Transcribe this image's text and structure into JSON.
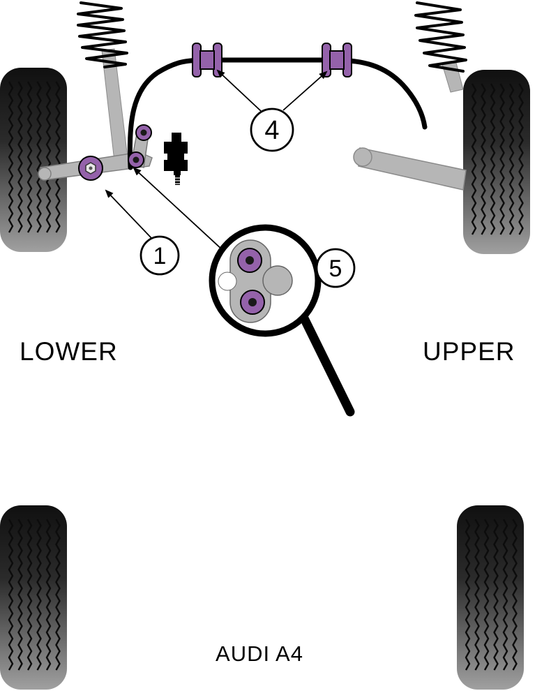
{
  "labels": {
    "lower": "LOWER",
    "upper": "UPPER",
    "model": "AUDI A4"
  },
  "callouts": {
    "arm_front_bush": "1",
    "arb_bushes": "4",
    "engine_mount": "5"
  },
  "colors": {
    "bush_purple": "#9462aa",
    "part_gray": "#b6b6b6",
    "line_black": "#000000",
    "background": "#ffffff"
  }
}
